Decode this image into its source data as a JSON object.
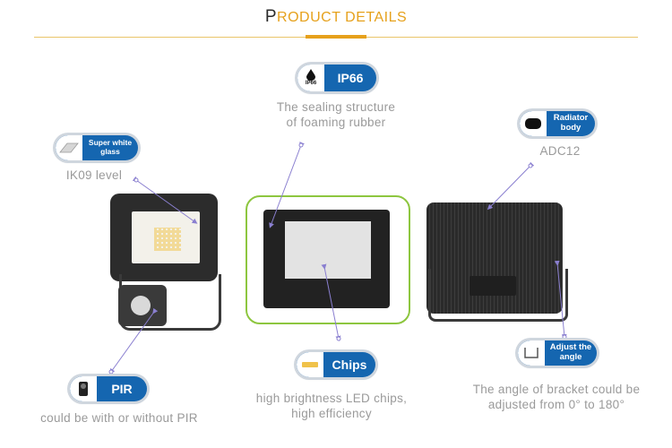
{
  "header": {
    "title_first": "P",
    "title_rest": "RODUCT DETAILS"
  },
  "features": {
    "ip66": {
      "icon_caption": "IP66",
      "label": "IP66",
      "desc_line1": "The sealing structure",
      "desc_line2": "of foaming rubber"
    },
    "glass": {
      "label": "Super white glass",
      "desc_line1": "IK09 level"
    },
    "radiator": {
      "label": "Radiator body",
      "desc_line1": "ADC12"
    },
    "chips": {
      "label": "Chips",
      "desc_line1": "high brightness LED chips,",
      "desc_line2": "high efficiency"
    },
    "pir": {
      "label": "PIR",
      "desc_line1": "could be with or without PIR"
    },
    "angle": {
      "label": "Adjust the angle",
      "desc_line1": "The angle of bracket could be",
      "desc_line2": "adjusted from 0° to 180°"
    }
  },
  "colors": {
    "accent": "#e6a11c",
    "badge_blue": "#1566b0",
    "frame_green": "#8dc63f",
    "pointer": "#8a7fd0",
    "desc_gray": "#9a9a9a"
  },
  "icons": [
    "water-drop-icon",
    "glass-sheet-icon",
    "radiator-icon",
    "led-chip-icon",
    "pir-sensor-icon",
    "bracket-icon"
  ]
}
